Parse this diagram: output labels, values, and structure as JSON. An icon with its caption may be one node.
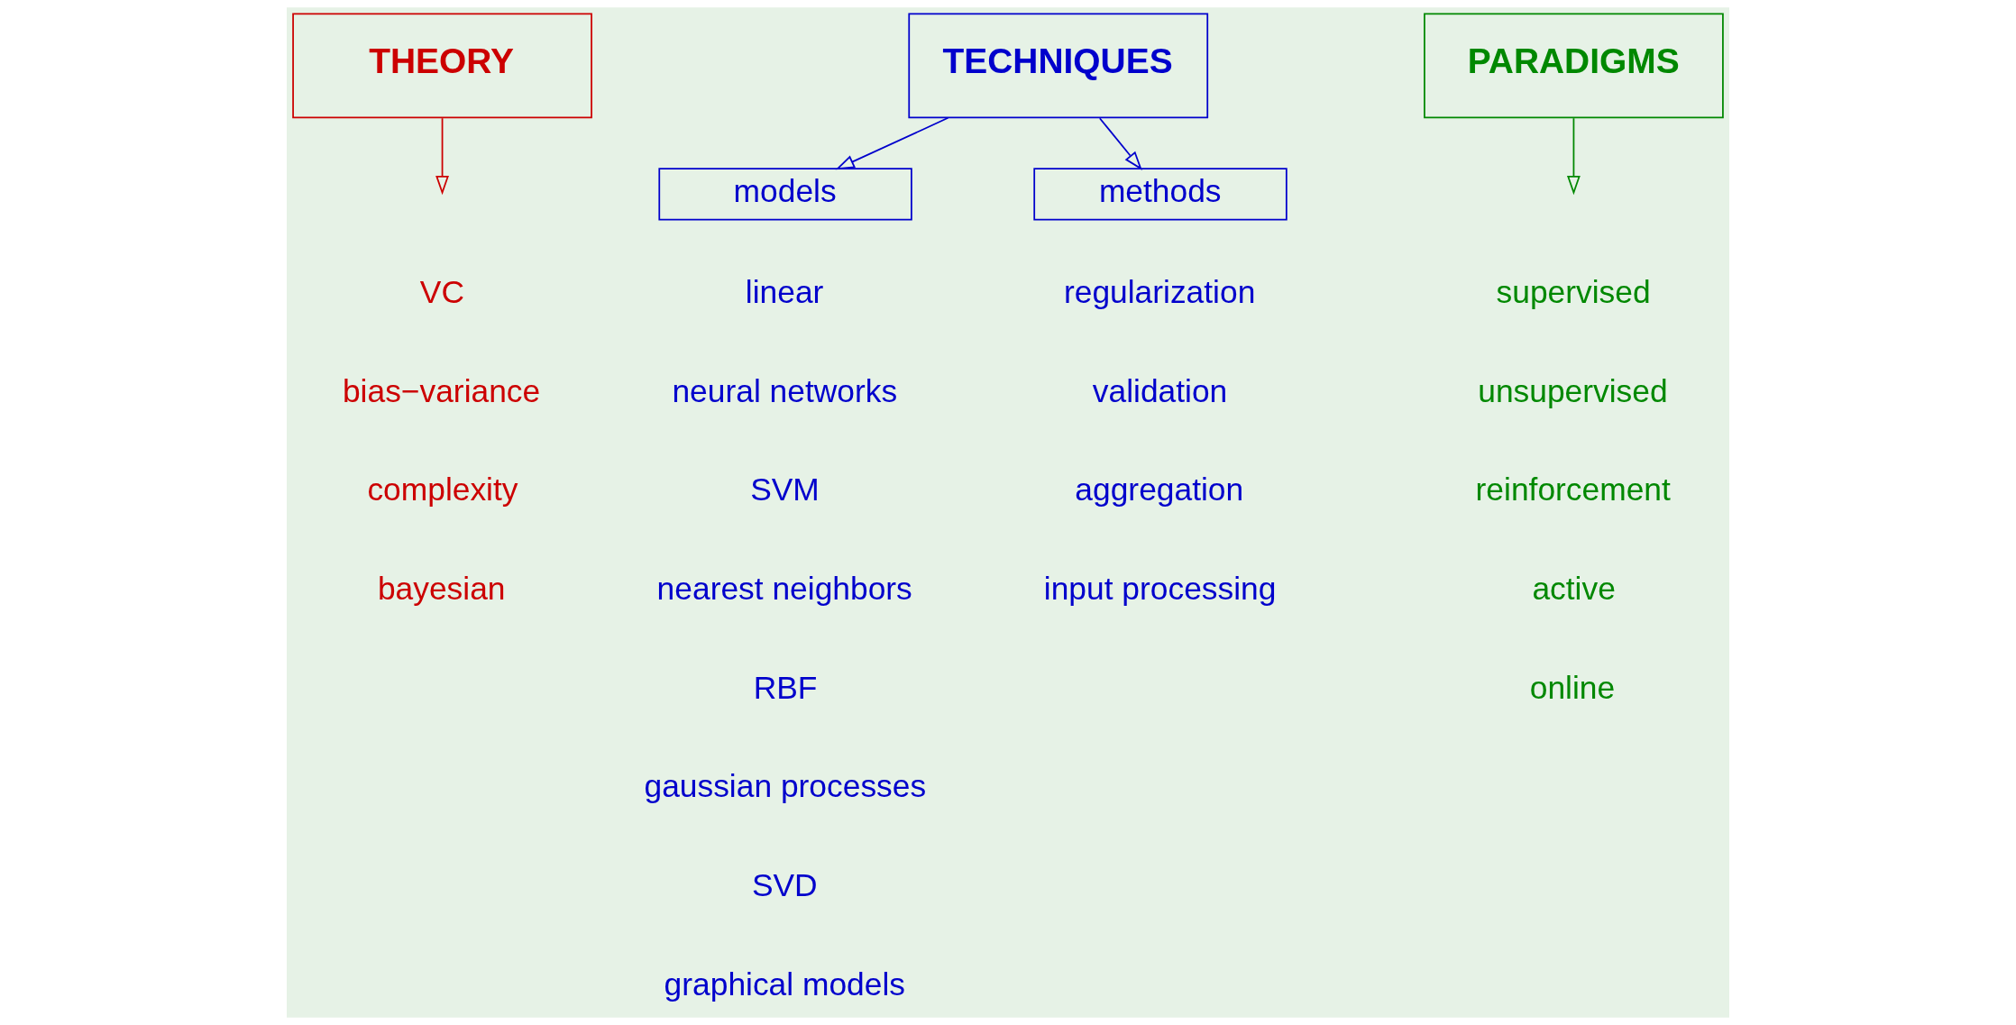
{
  "diagram": {
    "nodes": [
      {
        "text": [
          "THEORY"
        ]
      },
      {
        "text": [
          "TECHNIQUES"
        ]
      },
      {
        "text": [
          "PARADIGMS"
        ]
      },
      {
        "text": [
          "models"
        ]
      },
      {
        "text": [
          "methods"
        ]
      }
    ],
    "edges": [
      {
        "from": 0,
        "to": null,
        "arrow": "to",
        "color": "#cc0000"
      },
      {
        "from": 1,
        "to": 3,
        "arrow": "to"
      },
      {
        "from": 1,
        "to": 4,
        "arrow": "to"
      },
      {
        "from": 2,
        "to": null,
        "arrow": "to",
        "color": "#008800"
      }
    ],
    "labels": [
      "VC",
      "bias−variance",
      "complexity",
      "bayesian",
      "linear",
      "neural networks",
      "SVM",
      "nearest neighbors",
      "RBF",
      "gaussian processes",
      "SVD",
      "graphical models",
      "regularization",
      "validation",
      "aggregation",
      "input processing",
      "supervised",
      "unsupervised",
      "reinforcement",
      "active",
      "online"
    ]
  }
}
